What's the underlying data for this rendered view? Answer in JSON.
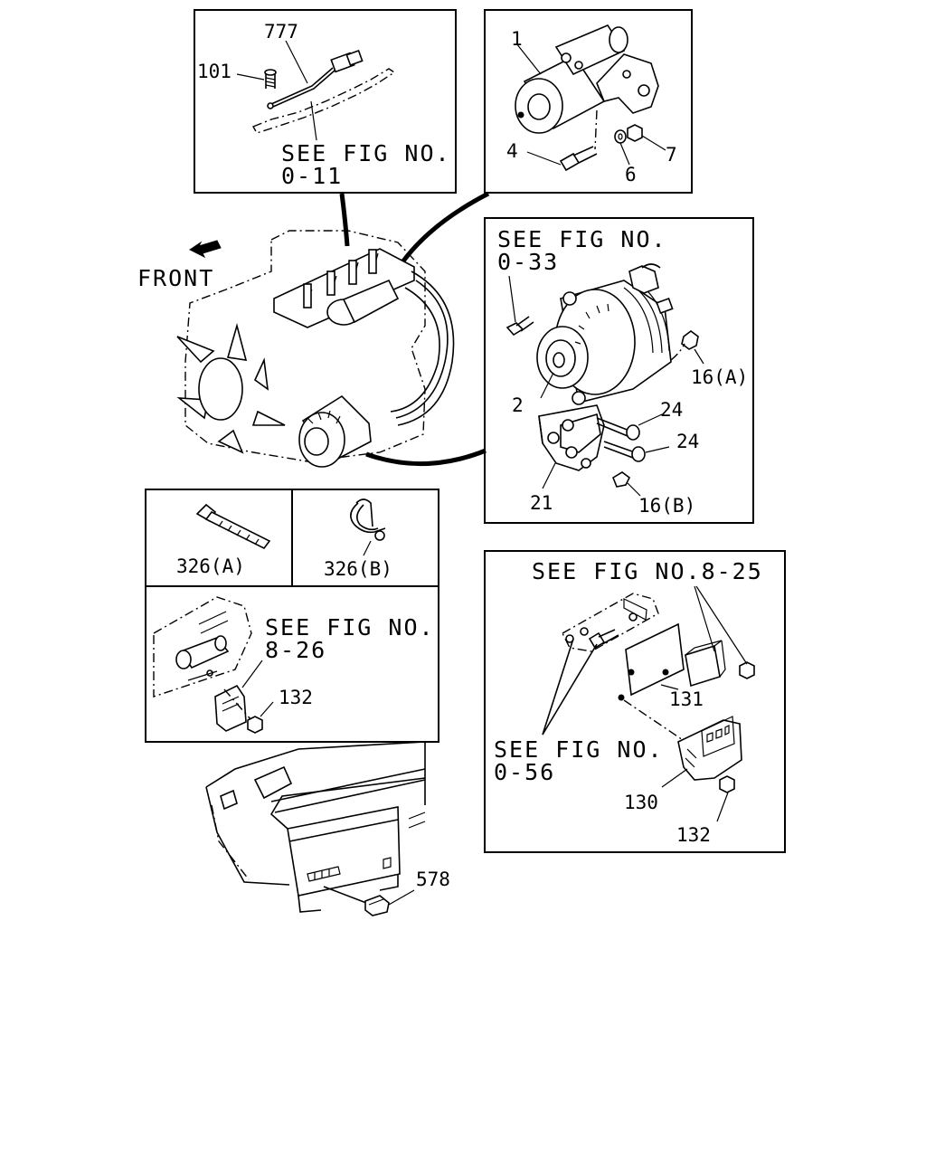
{
  "orientation": {
    "front_label": "FRONT"
  },
  "parts": {
    "p777": "777",
    "p101": "101",
    "p1": "1",
    "p4": "4",
    "p6": "6",
    "p7": "7",
    "p2": "2",
    "p16a": "16(A)",
    "p24a": "24",
    "p24b": "24",
    "p21": "21",
    "p16b": "16(B)",
    "p326a": "326(A)",
    "p326b": "326(B)",
    "p132a": "132",
    "p131": "131",
    "p130": "130",
    "p132b": "132",
    "p578": "578"
  },
  "references": {
    "fig_0_11_line1": "SEE FIG NO.",
    "fig_0_11_line2": "0-11",
    "fig_0_33_line1": "SEE FIG NO.",
    "fig_0_33_line2": "0-33",
    "fig_8_26_line1": "SEE FIG NO.",
    "fig_8_26_line2": "8-26",
    "fig_8_25": "SEE FIG NO.8-25",
    "fig_0_56_line1": "SEE FIG NO.",
    "fig_0_56_line2": "0-56"
  }
}
